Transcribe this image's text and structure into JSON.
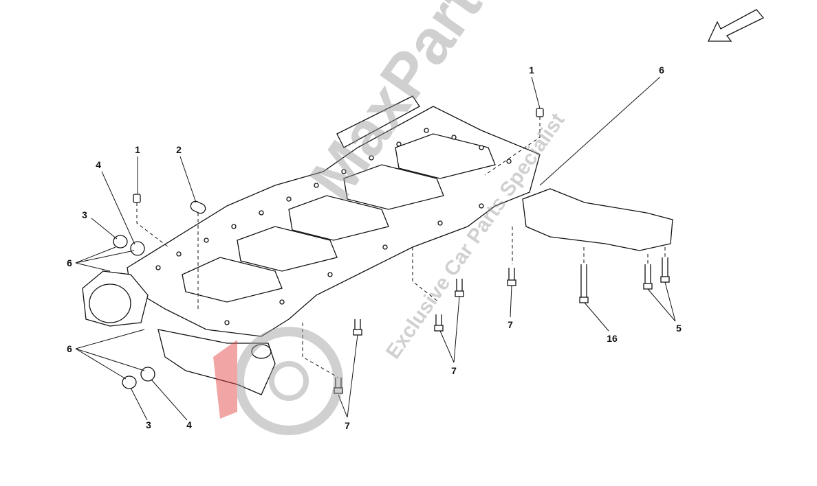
{
  "diagram": {
    "callouts": [
      {
        "id": "c1a",
        "text": "1"
      },
      {
        "id": "c2",
        "text": "2"
      },
      {
        "id": "c4a",
        "text": "4"
      },
      {
        "id": "c3a",
        "text": "3"
      },
      {
        "id": "c6a",
        "text": "6"
      },
      {
        "id": "c6b",
        "text": "6"
      },
      {
        "id": "c3b",
        "text": "3"
      },
      {
        "id": "c4b",
        "text": "4"
      },
      {
        "id": "c7a",
        "text": "7"
      },
      {
        "id": "c7b",
        "text": "7"
      },
      {
        "id": "c7c",
        "text": "7"
      },
      {
        "id": "c16",
        "text": "16"
      },
      {
        "id": "c5",
        "text": "5"
      },
      {
        "id": "c1b",
        "text": "1"
      },
      {
        "id": "c6c",
        "text": "6"
      }
    ],
    "watermark": {
      "brand": "MaxParts",
      "tagline": "Exclusive Car Parts Specialist"
    },
    "colors": {
      "line": "#111111",
      "watermark": "#969696",
      "logo_red": "#e23a3a"
    }
  }
}
